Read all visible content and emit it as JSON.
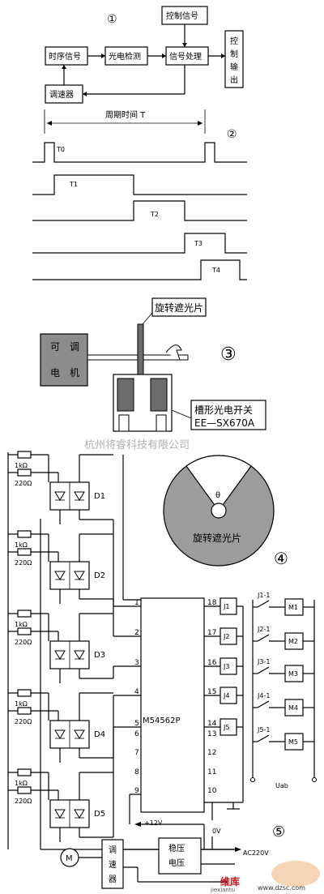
{
  "section1": {
    "number": "①",
    "control_signal": "控制信号",
    "timing_signal": "时序信号",
    "photo_detect": "光电检测",
    "signal_process": "信号处理",
    "control_output": [
      "控",
      "制",
      "输",
      "出"
    ],
    "speed_regulator": "调速器"
  },
  "section2": {
    "number": "②",
    "period_label": "周期时间 T",
    "waveforms": [
      "T0",
      "T1",
      "T2",
      "T3",
      "T4"
    ]
  },
  "section3": {
    "number": "③",
    "rotating_shutter": "旋转遮光片",
    "motor_label": [
      "可",
      "调",
      "电",
      "机"
    ],
    "switch_label": "槽形光电开关",
    "switch_model": "EE—SX670A"
  },
  "watermark": "杭州将睿科技有限公司",
  "section4": {
    "number": "④",
    "theta": "θ",
    "disk_label": "旋转遮光片"
  },
  "section5": {
    "number": "⑤",
    "resistor_1k": "1kΩ",
    "resistor_220": "220Ω",
    "detectors": [
      "D1",
      "D2",
      "D3",
      "D4",
      "D5"
    ],
    "ic_label": "M54562P",
    "ic_left_pins": [
      "1",
      "2",
      "3",
      "4",
      "5",
      "6",
      "7",
      "8",
      "9"
    ],
    "ic_right_pins": [
      "18",
      "17",
      "16",
      "15",
      "14",
      "13",
      "12",
      "11",
      "10"
    ],
    "relays": [
      "J1",
      "J2",
      "J3",
      "J4",
      "J5"
    ],
    "contacts": [
      "J1-1",
      "J2-1",
      "J3-1",
      "J4-1",
      "J5-1"
    ],
    "motors": [
      "M1",
      "M2",
      "M3",
      "M4",
      "M5"
    ],
    "uab": "Uab",
    "plus12v": "+12V",
    "zero_v": "0V",
    "motor": "M",
    "regulator": [
      "调",
      "速",
      "器"
    ],
    "stabilizer": [
      "稳压",
      "电压"
    ],
    "ac": "AC220V"
  },
  "footer": {
    "logo_text": "维库",
    "site": "jiexiantu",
    "site2": "www.dzsc.com"
  }
}
